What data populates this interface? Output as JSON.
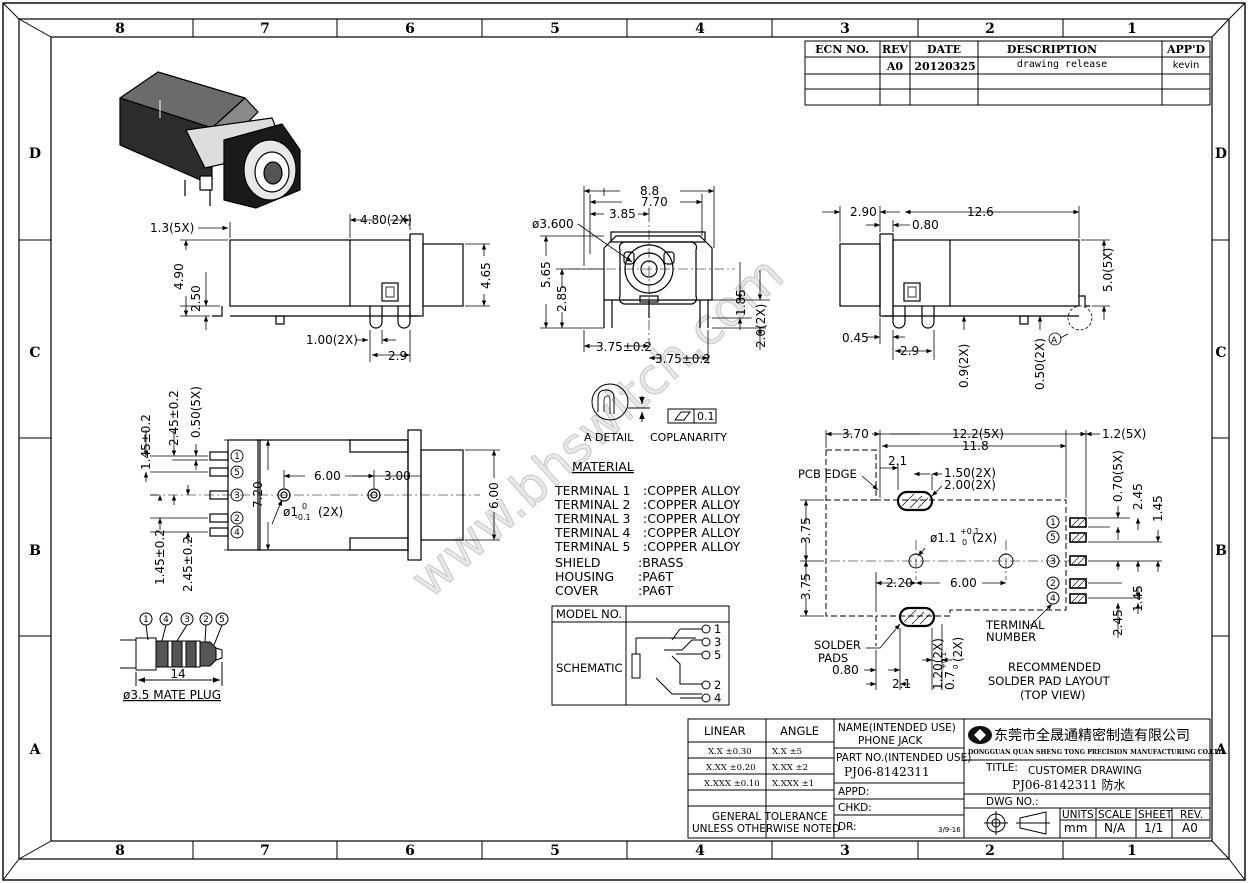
{
  "frame": {
    "columns": [
      "8",
      "7",
      "6",
      "5",
      "4",
      "3",
      "2",
      "1"
    ],
    "rows": [
      "D",
      "C",
      "B",
      "A"
    ]
  },
  "revision_table": {
    "headers": [
      "ECN NO.",
      "REV",
      "DATE",
      "DESCRIPTION",
      "APP'D"
    ],
    "rows": [
      [
        "",
        "A0",
        "20120325",
        "drawing release",
        "kevin"
      ]
    ]
  },
  "dims": {
    "side": {
      "d1": "1.3(5X)",
      "d2": "4.80(2X)",
      "d3": "4.90",
      "d4": "2.50",
      "d5": "4.65",
      "d6": "1.00(2X)",
      "d7": "2.9"
    },
    "front": {
      "d1": "8.8",
      "d2": "7.70",
      "d3": "3.85",
      "d4": "ø3.600",
      "d5": "5.65",
      "d6": "2.85",
      "d7": "1.85",
      "d8": "2.0(2X)",
      "d9": "3.75±0.2",
      "d10": "3.75±0.2"
    },
    "right": {
      "d1": "2.90",
      "d2": "12.6",
      "d3": "0.80",
      "d4": "5.0(5X)",
      "d5": "0.45",
      "d6": "2.9",
      "d7": "0.9(2X)",
      "d8": "0.50(2X)",
      "callout": "A"
    },
    "top": {
      "d1": "1.45±0.2",
      "d2": "2.45±0.2",
      "d3": "0.50(5X)",
      "d4": "6.00",
      "d5": "3.00",
      "d6": "7.20",
      "d7": "6.00",
      "d8": "ø1",
      "d8s": "0",
      "d8t": "-0.1",
      "d8u": "(2X)",
      "d9": "1.45±0.2",
      "d10": "2.45±0.2"
    },
    "pad": {
      "d1": "3.70",
      "d2": "12.2(5X)",
      "d3": "11.8",
      "d4": "1.2(5X)",
      "d5": "2.1",
      "d6": "1.50(2X)",
      "d7": "2.00(2X)",
      "d8": "0.70(5X)",
      "d9": "2.45",
      "d10": "1.45",
      "d11": "3.75",
      "d12": "3.75",
      "d13": "ø1.1",
      "d13s": "+0.1",
      "d13t": "0",
      "d13u": "(2X)",
      "d14": "2.20",
      "d15": "6.00",
      "d16": "1.45",
      "d17": "2.45",
      "d18": "0.80",
      "d19": "2.1",
      "d20": "1.20(2X)",
      "d21": "0.7",
      "d21s": "+0.1",
      "d21t": "0",
      "d21u": "(2X)"
    },
    "plug": {
      "d1": "14"
    }
  },
  "labels": {
    "a_detail": "A DETAIL",
    "coplanarity": "COPLANARITY",
    "coplanarity_value": "0.1",
    "pcb_edge": "PCB EDGE",
    "solder_pads": "SOLDER\nPADS",
    "solder_pads_l1": "SOLDER",
    "solder_pads_l2": "PADS",
    "terminal_number_l1": "TERMINAL",
    "terminal_number_l2": "NUMBER",
    "recommended_l1": "RECOMMENDED",
    "recommended_l2": "SOLDER PAD LAYOUT",
    "recommended_l3": "(TOP VIEW)",
    "mate_plug": "ø3.5 MATE PLUG",
    "watermark": "www.bhswitch.com"
  },
  "pin_numbers": {
    "top_view": [
      "1",
      "5",
      "3",
      "2",
      "4"
    ],
    "pad_view": [
      "1",
      "5",
      "3",
      "2",
      "4"
    ],
    "plug": [
      "1",
      "4",
      "3",
      "2",
      "5"
    ]
  },
  "material": {
    "title": "MATERIAL",
    "rows": [
      [
        "TERMINAL 1",
        ":COPPER ALLOY"
      ],
      [
        "TERMINAL 2",
        ":COPPER ALLOY"
      ],
      [
        "TERMINAL 3",
        ":COPPER ALLOY"
      ],
      [
        "TERMINAL 4",
        ":COPPER ALLOY"
      ],
      [
        "TERMINAL 5",
        ":COPPER ALLOY"
      ],
      [
        "SHIELD",
        ":BRASS"
      ],
      [
        "HOUSING",
        ":PA6T"
      ],
      [
        "COVER",
        ":PA6T"
      ]
    ]
  },
  "schematic_box": {
    "model_no": "MODEL NO.",
    "schematic": "SCHEMATIC",
    "pins": [
      "1",
      "3",
      "5",
      "2",
      "4"
    ]
  },
  "title_block": {
    "linear": "LINEAR",
    "angle": "ANGLE",
    "tol_rows": [
      [
        "X.X  ±0.30",
        "X.X  ±5"
      ],
      [
        "X.XX  ±0.20",
        "X.XX  ±2"
      ],
      [
        "X.XXX ±0.10",
        "X.XXX ±1"
      ]
    ],
    "general_l1": "GENERAL TOLERANCE",
    "general_l2": "UNLESS OTHERWISE NOTED",
    "name_label": "NAME(INTENDED USE)",
    "name_value": "PHONE JACK",
    "part_label": "PART NO.(INTENDED USE)",
    "part_value": "PJ06-8142311",
    "appd": "APPD:",
    "chkd": "CHKD:",
    "dr": "DR:",
    "dr_date": "3/9-16",
    "company_cn": "东莞市全晟通精密制造有限公司",
    "company_en": "DONGGUAN QUAN SHENG TONG PRECISION MANUFACTURING CO.LTD",
    "title_label": "TITLE:",
    "title_value": "CUSTOMER DRAWING",
    "title_part": "PJ06-8142311   防水",
    "dwg_no": "DWG NO.:",
    "units_label": "UNITS",
    "units_value": "mm",
    "scale_label": "SCALE",
    "scale_value": "N/A",
    "sheet_label": "SHEET",
    "sheet_value": "1/1",
    "rev_label": "REV.",
    "rev_value": "A0"
  }
}
